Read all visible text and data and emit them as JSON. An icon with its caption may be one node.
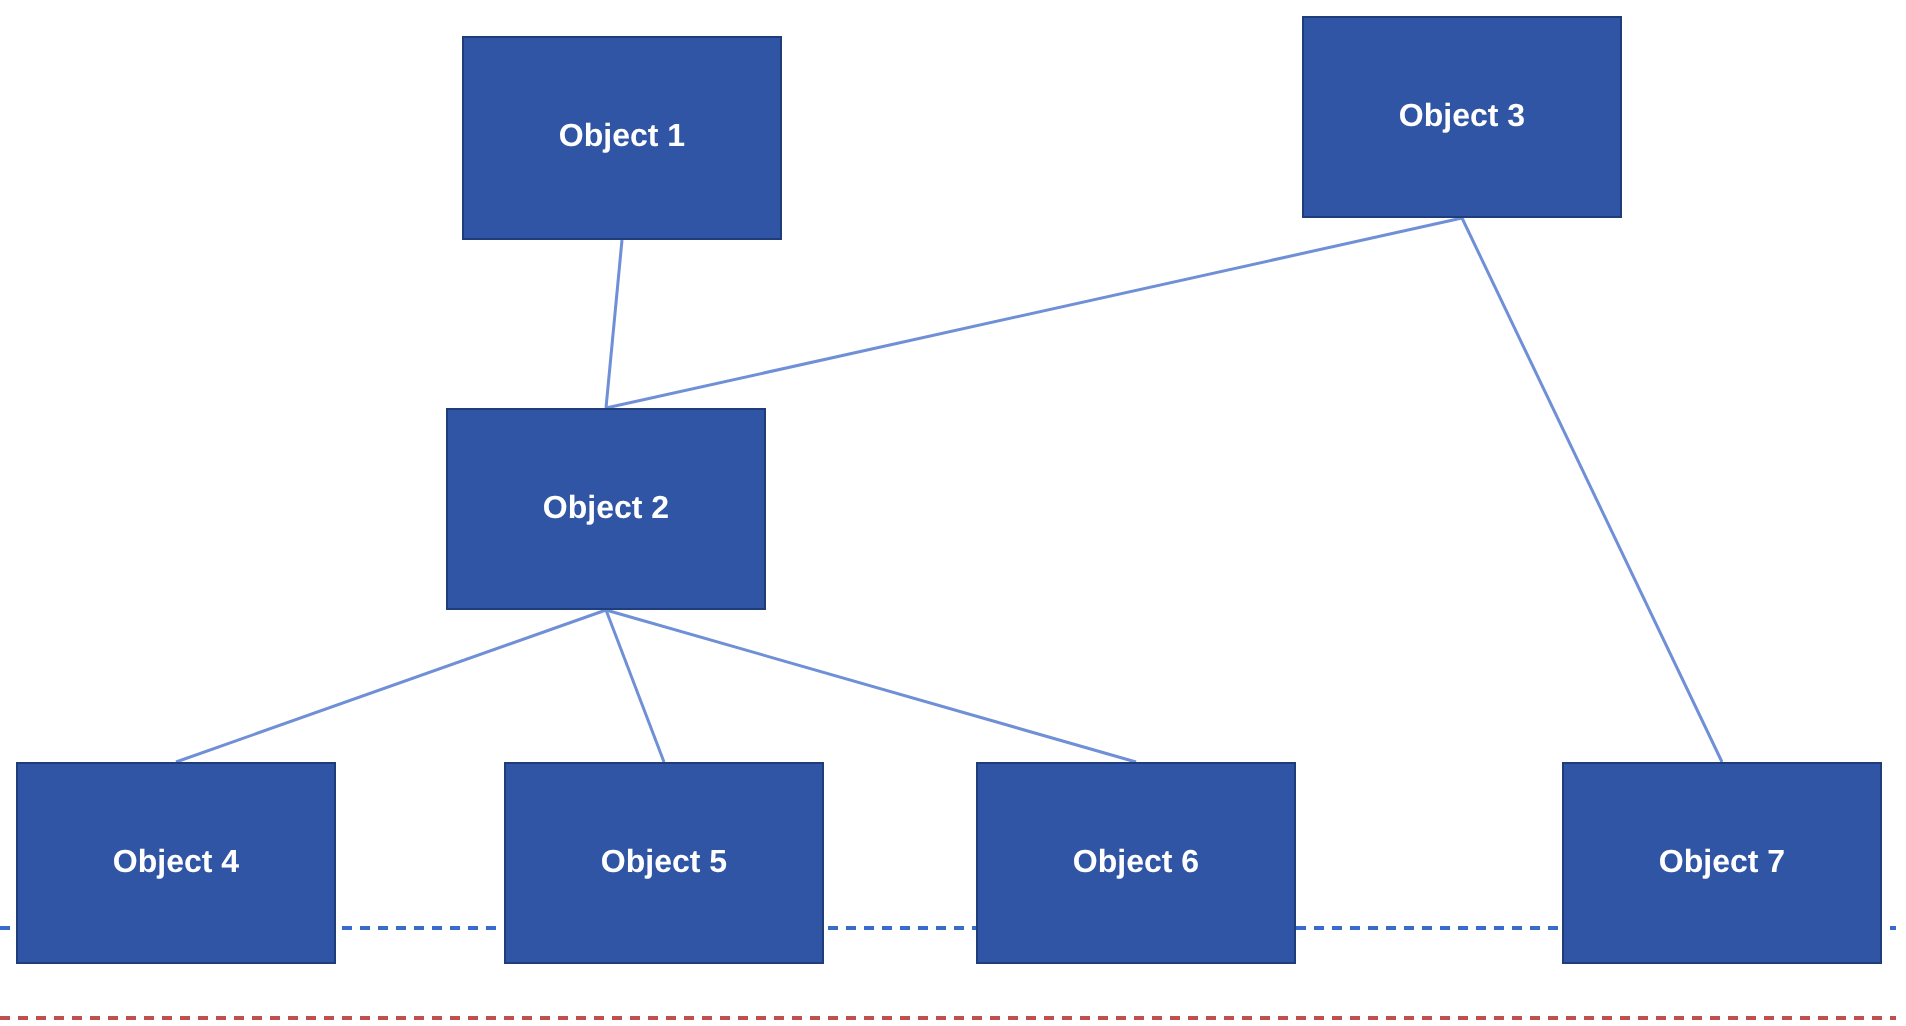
{
  "diagram": {
    "nodes": [
      {
        "text": [
          "Object 1"
        ]
      },
      {
        "text": [
          "Object 2"
        ]
      },
      {
        "text": [
          "Object 3"
        ]
      },
      {
        "text": [
          "Object 4"
        ]
      },
      {
        "text": [
          "Object 5"
        ]
      },
      {
        "text": [
          "Object 6"
        ]
      },
      {
        "text": [
          "Object 7"
        ]
      }
    ],
    "edges": [
      {
        "from": 0,
        "to": 1,
        "arrow": "none"
      },
      {
        "from": 2,
        "to": 1,
        "arrow": "none"
      },
      {
        "from": 1,
        "to": 3,
        "arrow": "none"
      },
      {
        "from": 1,
        "to": 4,
        "arrow": "none"
      },
      {
        "from": 1,
        "to": 5,
        "arrow": "none"
      },
      {
        "from": 2,
        "to": 6,
        "arrow": "none"
      }
    ]
  }
}
